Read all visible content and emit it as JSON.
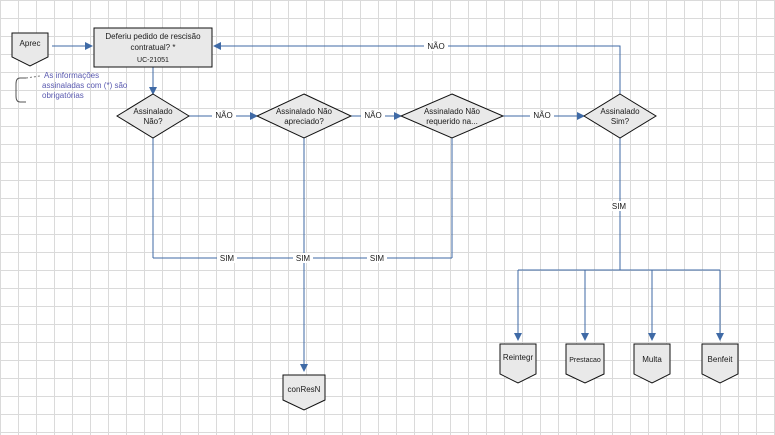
{
  "diagram": {
    "colors": {
      "shape_fill": "#e9e9e9",
      "connector": "#3f6aa6",
      "note_text": "#5a5ab0"
    },
    "start": {
      "label": "Aprec"
    },
    "process": {
      "line1": "Deferiu pedido de rescisão",
      "line2": "contratual? *",
      "code": "UC-21051"
    },
    "note": {
      "line1": "As informações",
      "line2": "assinaladas com (*) são",
      "line3": "obrigatórias"
    },
    "decisions": [
      {
        "line1": "Assinalado",
        "line2": "Não?"
      },
      {
        "line1": "Assinalado Não",
        "line2": "apreciado?"
      },
      {
        "line1": "Assinalado Não",
        "line2": "requerido na..."
      },
      {
        "line1": "Assinalado",
        "line2": "Sim?"
      }
    ],
    "edge_labels": {
      "nao_top": "NÃO",
      "nao_1": "NÃO",
      "nao_2": "NÃO",
      "nao_3": "NÃO",
      "sim_right": "SIM",
      "sim_1": "SIM",
      "sim_2": "SIM",
      "sim_3": "SIM"
    },
    "endpoints": {
      "conresn": "conResN",
      "reintegr": "Reintegr",
      "prestacao": "Prestacao",
      "multa": "Multa",
      "benfeit": "Benfeit"
    }
  }
}
